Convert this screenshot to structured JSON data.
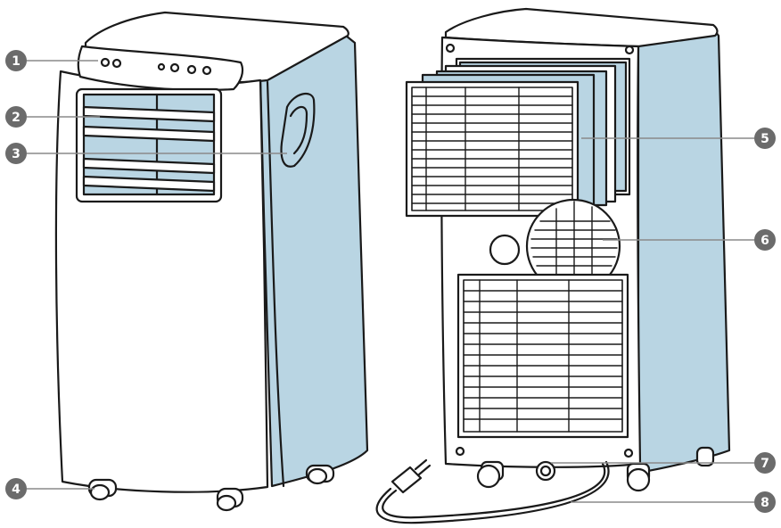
{
  "colors": {
    "outline": "#1a1a1a",
    "side_panel": "#b9d5e3",
    "body": "#ffffff",
    "callout_fill": "#6b6b6b",
    "leader_line": "#8a8a8a"
  },
  "views": [
    {
      "name": "front-view"
    },
    {
      "name": "rear-view"
    }
  ],
  "callouts": [
    {
      "number": "1",
      "target": "control-panel"
    },
    {
      "number": "2",
      "target": "air-outlet-louvers"
    },
    {
      "number": "3",
      "target": "handle"
    },
    {
      "number": "4",
      "target": "caster-wheel"
    },
    {
      "number": "5",
      "target": "air-filter"
    },
    {
      "number": "6",
      "target": "air-inlet-grille"
    },
    {
      "number": "7",
      "target": "drain-outlet"
    },
    {
      "number": "8",
      "target": "power-cord"
    }
  ]
}
